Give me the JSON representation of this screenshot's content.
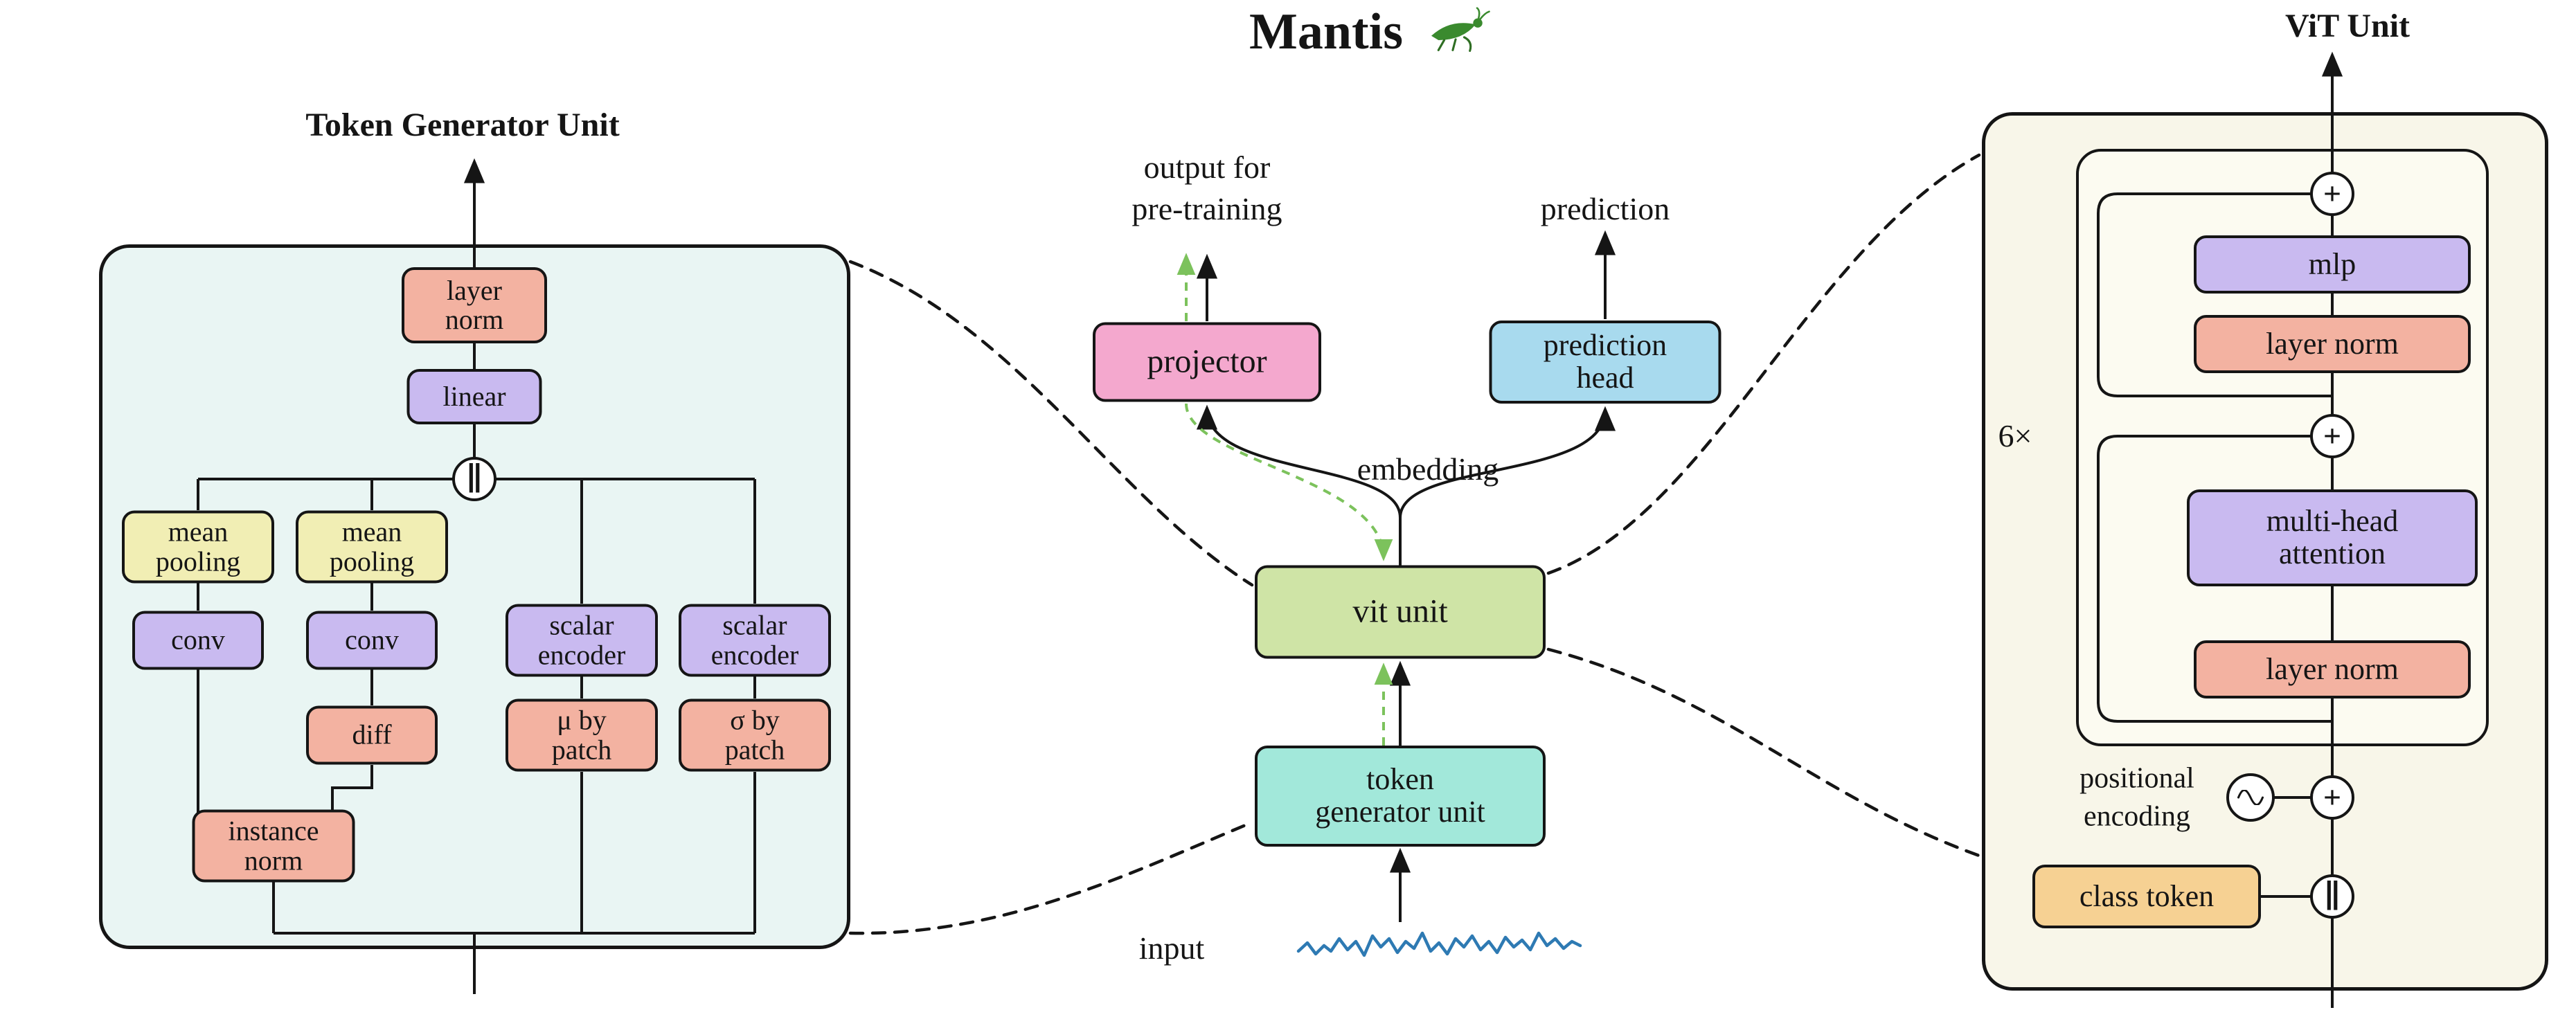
{
  "header": {
    "title": "Mantis"
  },
  "icons": {
    "plus": "+",
    "concat": "∥"
  },
  "colors": {
    "salmon": "#f3b2a1",
    "purple": "#c9baf0",
    "yellow": "#f1eeb4",
    "pink": "#f4a8ce",
    "blue": "#a8daee",
    "green": "#cfe4a6",
    "teal": "#a2e8da",
    "orange": "#f6d193",
    "left_panel_bg": "#e9f5f3",
    "right_panel_bg": "#f8f6e9",
    "pretrain_dash_green": "#7cc25c",
    "input_signal_blue": "#2e7ab3",
    "line_black": "#151515"
  },
  "token_generator_panel": {
    "title": "Token Generator Unit",
    "layer_norm": [
      "layer",
      "norm"
    ],
    "linear": "linear",
    "mean_pooling": [
      "mean",
      "pooling"
    ],
    "conv": "conv",
    "scalar_encoder": [
      "scalar",
      "encoder"
    ],
    "diff": "diff",
    "mu_by_patch": [
      "μ by",
      "patch"
    ],
    "sigma_by_patch": [
      "σ by",
      "patch"
    ],
    "instance_norm": [
      "instance",
      "norm"
    ]
  },
  "center": {
    "output_label": [
      "output for",
      "pre-training"
    ],
    "prediction_label": "prediction",
    "projector": "projector",
    "prediction_head": [
      "prediction",
      "head"
    ],
    "embedding_label": "embedding",
    "vit_unit": "vit unit",
    "token_generator_unit": [
      "token",
      "generator unit"
    ],
    "input_label": "input"
  },
  "vit_panel": {
    "title": "ViT Unit",
    "repeat_label": "6×",
    "mlp": "mlp",
    "layer_norm": "layer norm",
    "multi_head_attention": [
      "multi-head",
      "attention"
    ],
    "positional_encoding": [
      "positional",
      "encoding"
    ],
    "class_token": "class token"
  }
}
